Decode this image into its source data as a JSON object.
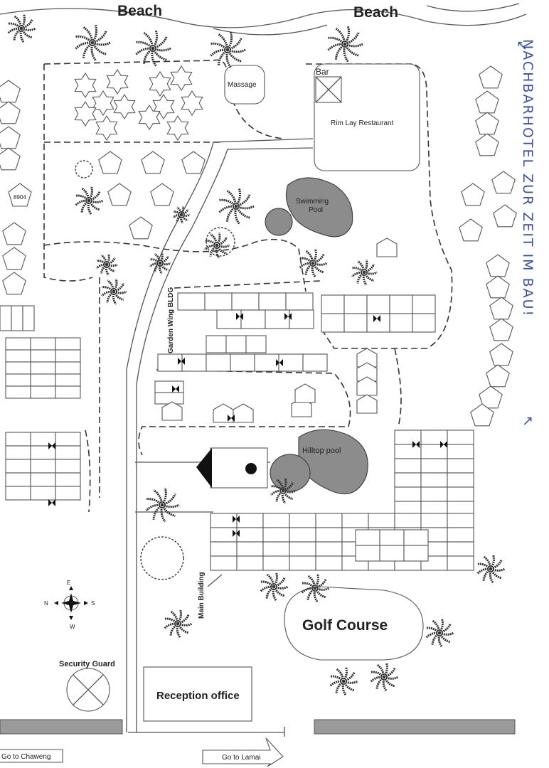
{
  "map": {
    "beach_left": "Beach",
    "beach_right": "Beach",
    "massage": "Massage",
    "bar": "Bar",
    "restaurant": "Rim Lay Restaurant",
    "swimming_pool": "Swimming Pool",
    "garden_wing": "Garden Wing BLDG",
    "hilltop_pool": "Hilltop pool",
    "main_building": "Main Building",
    "golf_course": "Golf Course",
    "security_guard": "Security Guard",
    "reception": "Reception office",
    "go_chaweng": "Go to Chaweng",
    "go_lamai": "Go to Lamai",
    "villa_number": "8904",
    "compass": {
      "top": "E",
      "right": "S",
      "bottom": "W",
      "left": "N"
    },
    "handwritten_note": "NACHBARHOTEL ZUR ZEIT IM BAU!"
  },
  "colors": {
    "pool": "#8c8c8c",
    "ink": "#3a4fb0"
  }
}
